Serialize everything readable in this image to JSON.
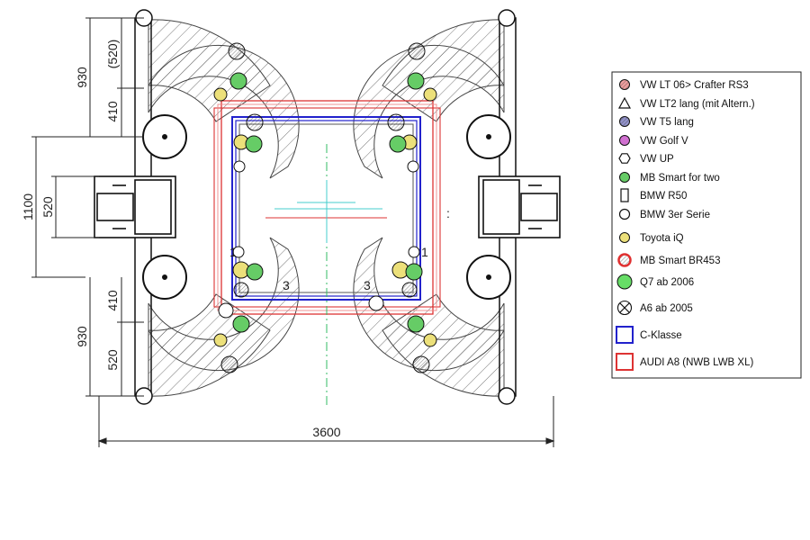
{
  "dimensions": {
    "width_total": "3600",
    "height_center": "1100",
    "center_inner": "520",
    "top_outer": "930",
    "top_upper": "(520)",
    "top_lower": "410",
    "bottom_outer": "930",
    "bottom_upper": "410",
    "bottom_lower": "520"
  },
  "marks": {
    "colon": ":",
    "num_left": "1",
    "num_right": "1",
    "num_mid_left": "3",
    "num_mid_right": "3"
  },
  "legend": {
    "items": [
      {
        "label": "VW LT 06> Crafter RS3",
        "symbol": "circle-hatched",
        "color": "#e05050"
      },
      {
        "label": "VW LT2 lang (mit Altern.)",
        "symbol": "triangle",
        "color": "#000000"
      },
      {
        "label": "VW T5 lang",
        "symbol": "circle-hatched",
        "color": "#3a3aa0"
      },
      {
        "label": "VW Golf V",
        "symbol": "circle-filled",
        "color": "#d070d0"
      },
      {
        "label": "VW UP",
        "symbol": "hexagon",
        "color": "#000000"
      },
      {
        "label": "MB Smart for two",
        "symbol": "circle-filled",
        "color": "#66cc66"
      },
      {
        "label": "BMW R50",
        "symbol": "rect",
        "color": "#000000"
      },
      {
        "label": "BMW 3er Serie",
        "symbol": "circle-open",
        "color": "#000000"
      },
      {
        "label": "Toyota iQ",
        "symbol": "circle-filled",
        "color": "#ece07a"
      },
      {
        "label": "MB Smart BR453",
        "symbol": "circle-red-ring",
        "color": "#e03030"
      },
      {
        "label": "Q7 ab 2006",
        "symbol": "circle-filled-large",
        "color": "#66dd66"
      },
      {
        "label": "A6 ab 2005",
        "symbol": "circle-x",
        "color": "#000000"
      },
      {
        "label": "C-Klasse",
        "symbol": "square-outline",
        "color": "#2222cc"
      },
      {
        "label": "AUDI A8 (NWB LWB XL)",
        "symbol": "square-outline",
        "color": "#dd3333"
      }
    ]
  }
}
